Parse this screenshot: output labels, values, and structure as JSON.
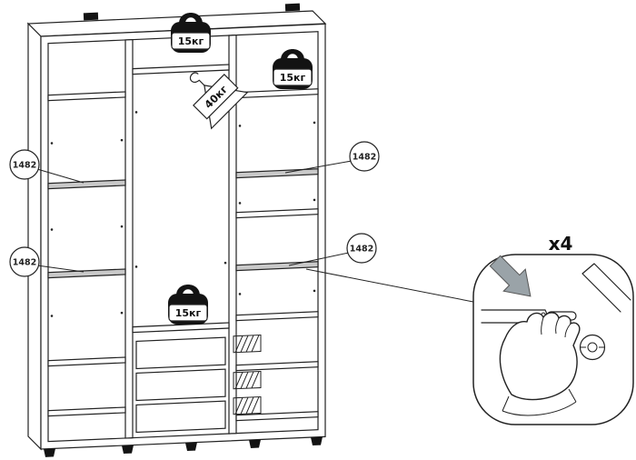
{
  "diagram": {
    "type": "wardrobe-assembly-instruction",
    "weights": [
      {
        "id": "top-panel-load",
        "label": "15кг"
      },
      {
        "id": "right-shelf-load",
        "label": "15кг"
      },
      {
        "id": "hanger-rod-load",
        "label": "40кг"
      },
      {
        "id": "middle-shelf-load",
        "label": "15кг"
      }
    ],
    "callouts": [
      {
        "id": "left-upper",
        "label": "1482"
      },
      {
        "id": "left-lower",
        "label": "1482"
      },
      {
        "id": "right-upper",
        "label": "1482"
      },
      {
        "id": "right-lower",
        "label": "1482"
      }
    ],
    "detail": {
      "multiplier_label": "x4"
    },
    "colors": {
      "line": "#222222",
      "shelf_fill": "#c9c9c9",
      "weight_fill": "#131313",
      "arrow_fill": "#9aa3a8",
      "background": "#ffffff"
    }
  }
}
